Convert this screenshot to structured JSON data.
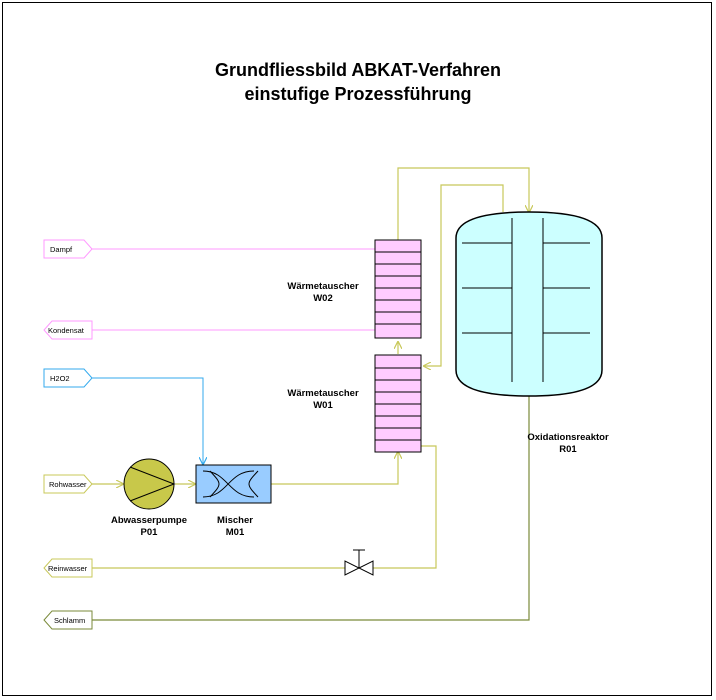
{
  "diagram": {
    "title_line1": "Grundfliessbild ABKAT-Verfahren",
    "title_line2": "einstufige Prozessführung",
    "streams": {
      "dampf": "Dampf",
      "kondensat": "Kondensat",
      "h2o2": "H2O2",
      "rohwasser": "Rohwasser",
      "reinwasser": "Reinwasser",
      "schlamm": "Schlamm"
    },
    "equipment": {
      "w02_name": "Wärmetauscher",
      "w02_tag": "W02",
      "w01_name": "Wärmetauscher",
      "w01_tag": "W01",
      "pump_name": "Abwasserpumpe",
      "pump_tag": "P01",
      "mixer_name": "Mischer",
      "mixer_tag": "M01",
      "reactor_name": "Oxidationsreaktor",
      "reactor_tag": "R01"
    },
    "colors": {
      "steam": "#ff99ff",
      "peroxide": "#33aaee",
      "water": "#c8c85a",
      "sludge": "#7a8a3a",
      "exchanger_fill": "#ffccff",
      "reactor_fill": "#ccffff",
      "mixer_fill": "#99ccff",
      "pump_fill": "#c8c84a"
    }
  }
}
